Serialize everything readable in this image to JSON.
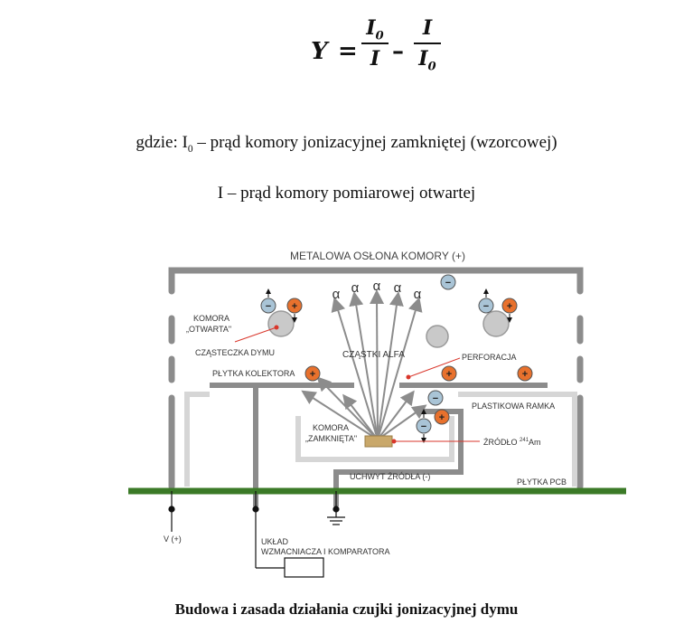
{
  "formula": {
    "lhs": "Y",
    "eq": "=",
    "num1": "I",
    "num1_sub": "0",
    "den1": "I",
    "minus": "–",
    "num2": "I",
    "den2": "I",
    "den2_sub": "0"
  },
  "definitions": {
    "line1_prefix": "gdzie: I",
    "line1_sub": "0",
    "line1_rest": " – prąd komory jonizacyjnej zamkniętej (wzorcowej)",
    "line2": "I – prąd komory pomiarowej otwartej"
  },
  "diagram": {
    "labels": {
      "shield": "METALOWA OSŁONA KOMORY (+)",
      "open_chamber_1": "KOMORA",
      "open_chamber_2": "„OTWARTA\"",
      "smoke_particle": "CZĄSTECZKA DYMU",
      "alpha_particles": "CZĄSTKI ALFA",
      "perforation": "PERFORACJA",
      "collector_plate": "PŁYTKA KOLEKTORA",
      "plastic_frame": "PLASTIKOWA RAMKA",
      "closed_chamber_1": "KOMORA",
      "closed_chamber_2": "„ZAMKNIĘTA\"",
      "source_prefix": "ŹRÓDŁO ",
      "source_sup": "241",
      "source_suffix": "Am",
      "source_holder": "UCHWYT ŹRÓDŁA (-)",
      "pcb": "PŁYTKA PCB",
      "v_plus": "V (+)",
      "amp_1": "UKŁAD",
      "amp_2": "WZMACNIACZA I KOMPARATORA",
      "alpha": "α",
      "plus": "+",
      "minus": "−"
    },
    "colors": {
      "shield": "#8c8c8c",
      "frame": "#d6d6d6",
      "pcb": "#3b7a27",
      "plus_ion": "#e8712d",
      "minus_ion": "#a9c4d6",
      "source": "#c9a86a",
      "callout": "#d9362b"
    }
  },
  "caption": "Budowa i zasada działania czujki jonizacyjnej dymu"
}
